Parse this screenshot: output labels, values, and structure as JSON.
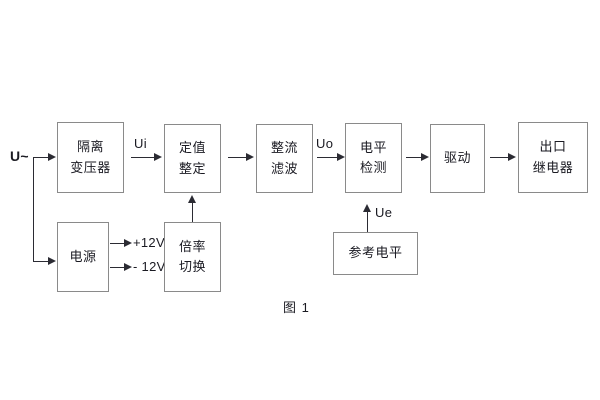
{
  "figure": {
    "caption": "图 1",
    "input_label": "U~",
    "signal_labels": {
      "ui": "Ui",
      "uo": "Uo",
      "ue": "Ue"
    },
    "rail_labels": {
      "positive": "+12V",
      "negative": "- 12V"
    },
    "colors": {
      "block_border": "#8a8a8a",
      "connector": "#2b2b33",
      "text": "#1a1a22",
      "background": "#ffffff"
    },
    "blocks": [
      {
        "id": "isolation-transformer",
        "line1": "隔离",
        "line2": "变压器"
      },
      {
        "id": "setting-value",
        "line1": "定值",
        "line2": "整定"
      },
      {
        "id": "rectify-filter",
        "line1": "整流",
        "line2": "滤波"
      },
      {
        "id": "level-detect",
        "line1": "电平",
        "line2": "检测"
      },
      {
        "id": "driver",
        "line1": "驱动",
        "line2": ""
      },
      {
        "id": "output-relay",
        "line1": "出口",
        "line2": "继电器"
      },
      {
        "id": "power-supply",
        "line1": "电源",
        "line2": ""
      },
      {
        "id": "multiplier-switch",
        "line1": "倍率",
        "line2": "切换"
      },
      {
        "id": "reference-level",
        "line1": "参考电平",
        "line2": ""
      }
    ]
  }
}
